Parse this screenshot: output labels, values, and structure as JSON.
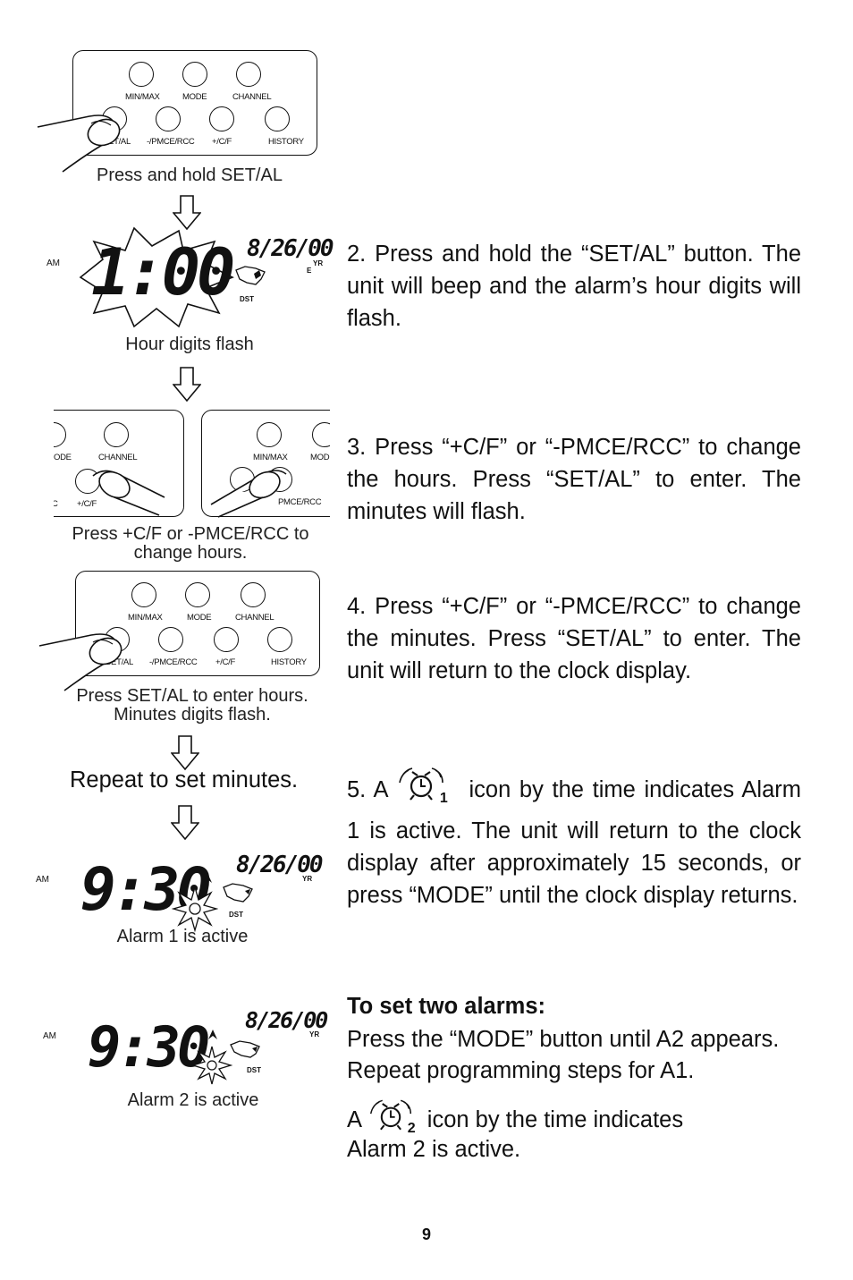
{
  "panels": {
    "top_labels": [
      "MIN/MAX",
      "MODE",
      "CHANNEL"
    ],
    "bottom_labels": [
      "SET/AL",
      "-/PMCE/RCC",
      "+/C/F",
      "HISTORY"
    ],
    "partial_left_top": [
      "ODE",
      "CHANNEL"
    ],
    "partial_left_bottom": [
      "C",
      "+/C/F"
    ],
    "partial_right_top": [
      "MIN/MAX",
      "MOD"
    ],
    "partial_right_bottom": [
      "PMCE/RCC"
    ]
  },
  "captions": {
    "c1": "Press and hold SET/AL",
    "c2": "Hour digits flash",
    "c3_line1": "Press +C/F or -PMCE/RCC to",
    "c3_line2": "change hours.",
    "c4_line1": "Press SET/AL to enter hours.",
    "c4_line2": "Minutes digits flash.",
    "c5": "Repeat to set minutes.",
    "c6": "Alarm 1 is active",
    "c7": "Alarm 2 is active"
  },
  "lcd": {
    "time1": "1:00",
    "time2": "9:30",
    "time3": "9:30",
    "date": "8/26/00",
    "am": "AM",
    "yr": "YR",
    "dst": "DST",
    "e": "E"
  },
  "steps": {
    "s2": "2. Press and hold the “SET/AL” button. The unit will beep and the alarm’s hour digits will flash.",
    "s3": "3. Press “+C/F” or “-PMCE/RCC” to change the hours. Press “SET/AL” to enter. The minutes will flash.",
    "s4": "4. Press “+C/F” or “-PMCE/RCC” to change the minutes. Press “SET/AL” to enter. The unit will return to the clock display.",
    "s5_prefix": "5. A",
    "s5_rest": "icon by the time indicates Alarm 1 is active. The unit will return to the clock display after approximately 15 seconds, or press “MODE” until the clock display returns.",
    "two_heading": "To set two alarms:",
    "two_line1": "Press the “MODE” button until A2 appears.",
    "two_line2": "Repeat programming steps for A1.",
    "two_icon_prefix": "A",
    "two_icon_rest": "icon by the time indicates",
    "two_line4": "Alarm 2 is active.",
    "icon1_num": "1",
    "icon2_num": "2"
  },
  "page_number": "9"
}
